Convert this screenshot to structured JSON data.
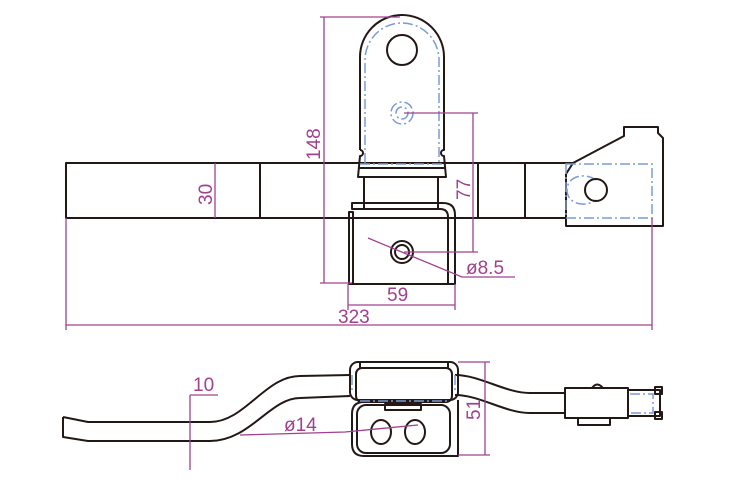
{
  "drawing": {
    "top_view": {
      "dimensions": {
        "height_total": "148",
        "bar_width": "30",
        "hole_offset": "77",
        "hole_diameter": "ø8.5",
        "bracket_width": "59",
        "overall_length": "323"
      }
    },
    "side_view": {
      "dimensions": {
        "offset": "10",
        "height": "51",
        "hole_diameter": "ø14"
      }
    },
    "colors": {
      "outline": "#231815",
      "dimension": "#a0418f",
      "hidden": "#7b9bd6"
    }
  }
}
